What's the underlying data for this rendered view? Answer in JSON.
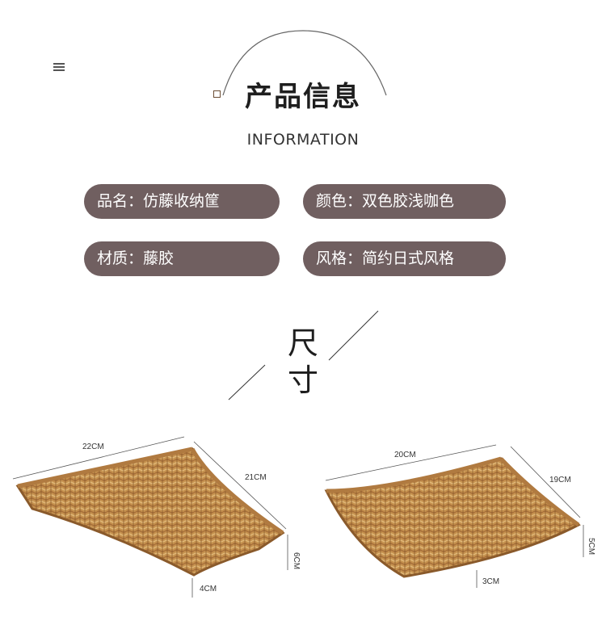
{
  "header": {
    "title": "产品信息",
    "subtitle": "INFORMATION"
  },
  "info_pills": [
    {
      "text": "品名：仿藤收纳筐"
    },
    {
      "text": "颜色：双色胶浅咖色"
    },
    {
      "text": "材质：藤胶"
    },
    {
      "text": "风格：简约日式风格"
    }
  ],
  "size_section": {
    "title_line1": "尺",
    "title_line2": "寸"
  },
  "dimensions": {
    "basket_large": {
      "length": "22CM",
      "width": "21CM",
      "height": "6CM",
      "depth": "4CM"
    },
    "basket_small": {
      "length": "20CM",
      "width": "19CM",
      "height": "5CM",
      "depth": "3CM"
    }
  },
  "colors": {
    "pill_bg": "#705f60",
    "pill_text": "#ffffff",
    "accent_brown": "#6b4d34",
    "rattan_light": "#c99a5a",
    "rattan_dark": "#8a5a2b"
  },
  "icons": [
    "menu-icon",
    "square-mark-icon"
  ]
}
